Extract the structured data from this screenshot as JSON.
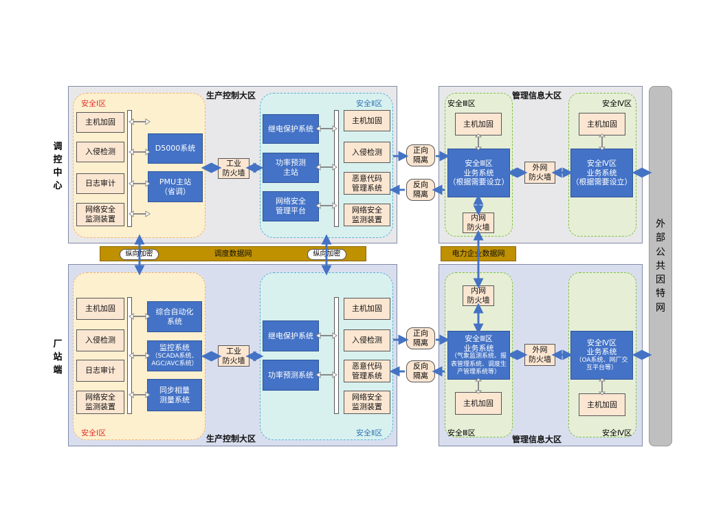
{
  "top": {
    "side_label": "调\n控\n中\n心",
    "prod_region_title": "生产控制大区",
    "mgmt_region_title": "管理信息大区",
    "zone1": {
      "title": "安全Ⅰ区",
      "items": [
        "主机加固",
        "入侵检测",
        "日志审计",
        "网络安全\n监测装置"
      ],
      "systems": [
        "D5000系统",
        "PMU主站\n（省调）"
      ]
    },
    "firewall": "工业\n防火墙",
    "zone2": {
      "title": "安全Ⅱ区",
      "systems": [
        "继电保护系统",
        "功率预测\n主站",
        "网络安全\n管理平台"
      ],
      "items": [
        "主机加固",
        "入侵检测",
        "恶意代码\n管理系统",
        "网络安全\n监测装置"
      ]
    },
    "forward_isolation": "正向\n隔离",
    "reverse_isolation": "反向\n隔离",
    "zone3": {
      "title": "安全Ⅲ区",
      "host": "主机加固",
      "system": "安全Ⅲ区\n业务系统\n（根据需要设立）",
      "inner_fw": "内网\n防火墙"
    },
    "outer_fw": "外网\n防火墙",
    "zone4": {
      "title": "安全Ⅳ区",
      "host": "主机加固",
      "system": "安全Ⅳ区\n业务系统\n（根据需要设立）"
    }
  },
  "middle": {
    "dispatch_net": "调度数据网",
    "encrypt_left": "纵向加密",
    "encrypt_right": "纵向加密",
    "power_net": "电力企业数据网"
  },
  "bottom": {
    "side_label": "厂\n站\n端",
    "prod_region_title": "生产控制大区",
    "mgmt_region_title": "管理信息大区",
    "zone1": {
      "title": "安全Ⅰ区",
      "items": [
        "主机加固",
        "入侵检测",
        "日志审计",
        "网络安全\n监测装置"
      ],
      "systems": [
        "综合自动化\n系统",
        "监控系统",
        "同步相量\n测量系统"
      ],
      "monitor_sub": "（SCADA系统、\nAGC/AVC系统）"
    },
    "firewall": "工业\n防火墙",
    "zone2": {
      "title": "安全Ⅱ区",
      "systems": [
        "继电保护系统",
        "功率预测系统"
      ],
      "items": [
        "主机加固",
        "入侵检测",
        "恶意代码\n管理系统",
        "网络安全\n监测装置"
      ]
    },
    "forward_isolation": "正向\n隔离",
    "reverse_isolation": "反向\n隔离",
    "zone3": {
      "title": "安全Ⅲ区",
      "inner_fw": "内网\n防火墙",
      "system_title": "安全Ⅲ区\n业务系统",
      "system_sub": "（气象监测系统、报\n表管理系统、调度生\n产管理系统等）",
      "host": "主机加固"
    },
    "outer_fw": "外网\n防火墙",
    "zone4": {
      "title": "安全Ⅳ区",
      "system_title": "安全Ⅳ区\n业务系统",
      "system_sub": "（OA系统、网厂交\n互平台等）",
      "host": "主机加固"
    }
  },
  "external_net": "外\n部\n公\n共\n因\n特\n网",
  "colors": {
    "arrow": "#4472c4",
    "zone1_title": "#e0302a",
    "zone2_title": "#2f75b5",
    "bar": "#bf9000",
    "system_box": "#4372c6"
  }
}
